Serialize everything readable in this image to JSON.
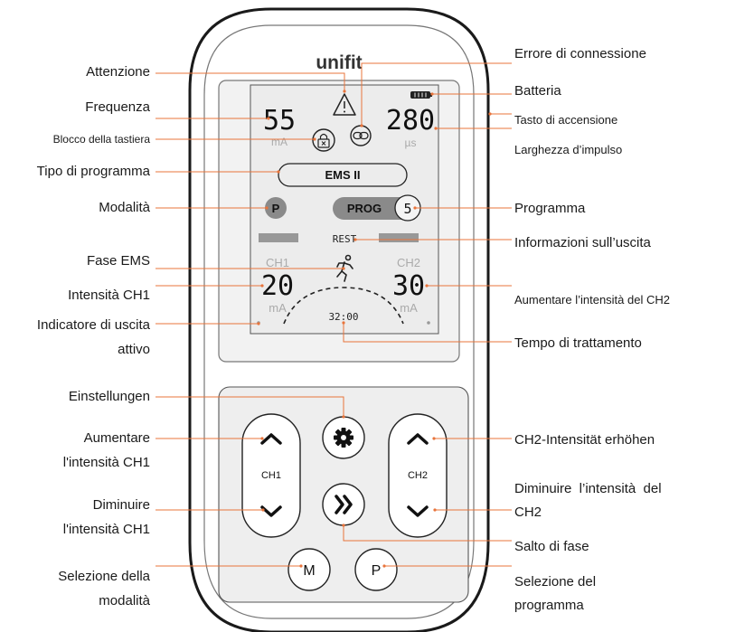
{
  "brand": "unifit",
  "lcd": {
    "freq_value": "55",
    "freq_unit": "mA",
    "pulse_value": "280",
    "pulse_unit": "µs",
    "program_type": "EMS II",
    "mode_badge": "P",
    "prog_label": "PROG",
    "prog_number": "5",
    "rest_label": "REST",
    "ch1_label": "CH1",
    "ch1_value": "20",
    "ch1_unit": "mA",
    "ch2_label": "CH2",
    "ch2_value": "30",
    "ch2_unit": "mA",
    "timer": "32:00"
  },
  "keypad": {
    "ch1_label": "CH1",
    "ch2_label": "CH2",
    "m_button": "M",
    "p_button": "P"
  },
  "labels_left": {
    "attention": "Attenzione",
    "frequency": "Frequenza",
    "keylock": "Blocco della tastiera",
    "program_type": "Tipo di programma",
    "mode": "Modalità",
    "ems_phase": "Fase EMS",
    "ch1_intensity": "Intensità CH1",
    "active_output_1": "Indicatore di uscita",
    "active_output_2": "attivo",
    "settings": "Einstellungen",
    "ch1_up_1": "Aumentare",
    "ch1_up_2": "l'intensità CH1",
    "ch1_down_1": "Diminuire",
    "ch1_down_2": "l'intensità CH1",
    "mode_select_1": "Selezione della",
    "mode_select_2": "modalità"
  },
  "labels_right": {
    "connection_error": "Errore di connessione",
    "battery": "Batteria",
    "power_key": "Tasto di accensione",
    "pulse_width": "Larghezza d’impulso",
    "program": "Programma",
    "output_info": "Informazioni sull’uscita",
    "ch2_increase_display": "Aumentare l’intensità del CH2",
    "treatment_time": "Tempo di trattamento",
    "ch2_up": "CH2-Intensität erhöhen",
    "ch2_down_1": "Diminuire  l’intensità  del",
    "ch2_down_2": "CH2",
    "phase_skip": "Salto di fase",
    "program_select_1": "Selezione del",
    "program_select_2": "programma"
  },
  "colors": {
    "leader_line": "#e8743b",
    "device_body": "#ffffff",
    "outline": "#1a1a1a",
    "lcd_bg": "#efefef",
    "keypad_bg": "#eeeeee",
    "badge_gray": "#8a8a8a"
  }
}
